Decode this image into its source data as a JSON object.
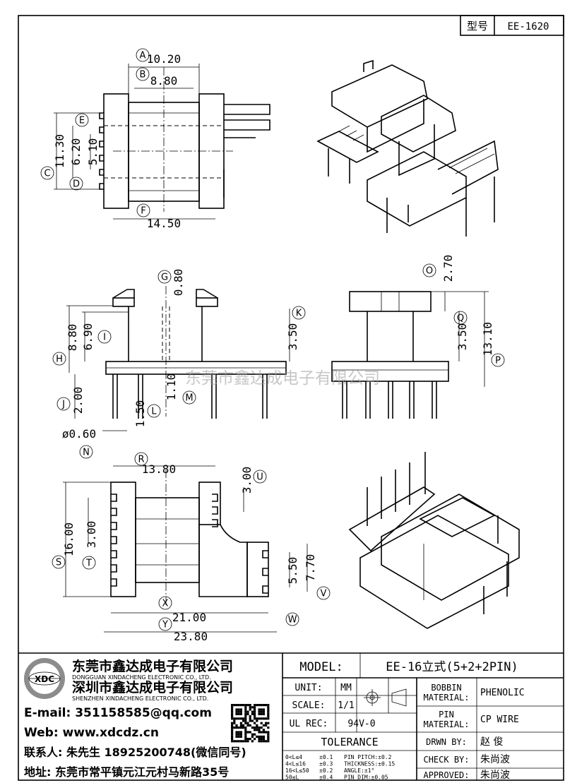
{
  "header": {
    "type_label": "型号",
    "part_no": "EE-1620"
  },
  "dims": {
    "A": "10.20",
    "B": "8.80",
    "C": "11.30",
    "E": "6.20",
    "D": "5.10",
    "F": "14.50",
    "G": "0.80",
    "H": "8.80",
    "I": "6.90",
    "K": "3.50",
    "J": "2.00",
    "L": "1.50",
    "M": "1.10",
    "N": "ø0.60",
    "O": "2.70",
    "Q": "3.50",
    "P": "13.10",
    "R": "13.80",
    "U": "3.00",
    "S": "16.00",
    "T": "3.00",
    "V": "7.70",
    "W": "5.50",
    "X": "21.00",
    "Y": "23.80"
  },
  "letters": [
    "A",
    "B",
    "C",
    "D",
    "E",
    "F",
    "G",
    "H",
    "I",
    "J",
    "K",
    "L",
    "M",
    "N",
    "O",
    "P",
    "Q",
    "R",
    "S",
    "T",
    "U",
    "V",
    "W",
    "X",
    "Y"
  ],
  "watermark": "东莞市鑫达成电子有限公司",
  "company": {
    "name_dg": "东莞市鑫达成电子有限公司",
    "name_dg_en": "DONGGUAN XINDACHENG ELECTRONIC CO., LTD.",
    "name_sz": "深圳市鑫达成电子有限公司",
    "name_sz_en": "SHENZHEN XINDACHENG ELECTRONIC CO., LTD.",
    "logo_text": "XDC",
    "email": "E-mail: 351158585@qq.com",
    "web": "Web: www.xdcdz.cn",
    "contact": "联系人: 朱先生 18925200748(微信同号)",
    "address": "地址: 东莞市常平镇元江元村马新路35号"
  },
  "title_block": {
    "model_label": "MODEL:",
    "model_value": "EE-16立式(5+2+2PIN)",
    "unit_label": "UNIT:",
    "unit_value": "MM",
    "scale_label": "SCALE:",
    "scale_value": "1/1",
    "ulrec_label": "UL REC:",
    "ulrec_value": "94V-0",
    "tolerance_label": "TOLERANCE",
    "bobbin_label1": "BOBBIN",
    "bobbin_label2": "MATERIAL:",
    "bobbin_value": "PHENOLIC",
    "pin_label1": "PIN",
    "pin_label2": "MATERIAL:",
    "pin_value": "CP WIRE",
    "drwn_label": "DRWN BY:",
    "drwn_value": "赵 俊",
    "check_label": "CHECK BY:",
    "check_value": "朱尚波",
    "approved_label": "APPROVED:",
    "approved_value": "朱尚波",
    "tol_rows": [
      [
        "0<L≤4",
        "±0.1",
        "PIN PITCH:±0.2"
      ],
      [
        "4<L≤16",
        "±0.3",
        "THICKNESS:±0.15"
      ],
      [
        "16<L≤50",
        "±0.2",
        "ANGLE:±1°"
      ],
      [
        "50≤L",
        "±0.4",
        "PIN DIM:±0.05"
      ]
    ]
  }
}
